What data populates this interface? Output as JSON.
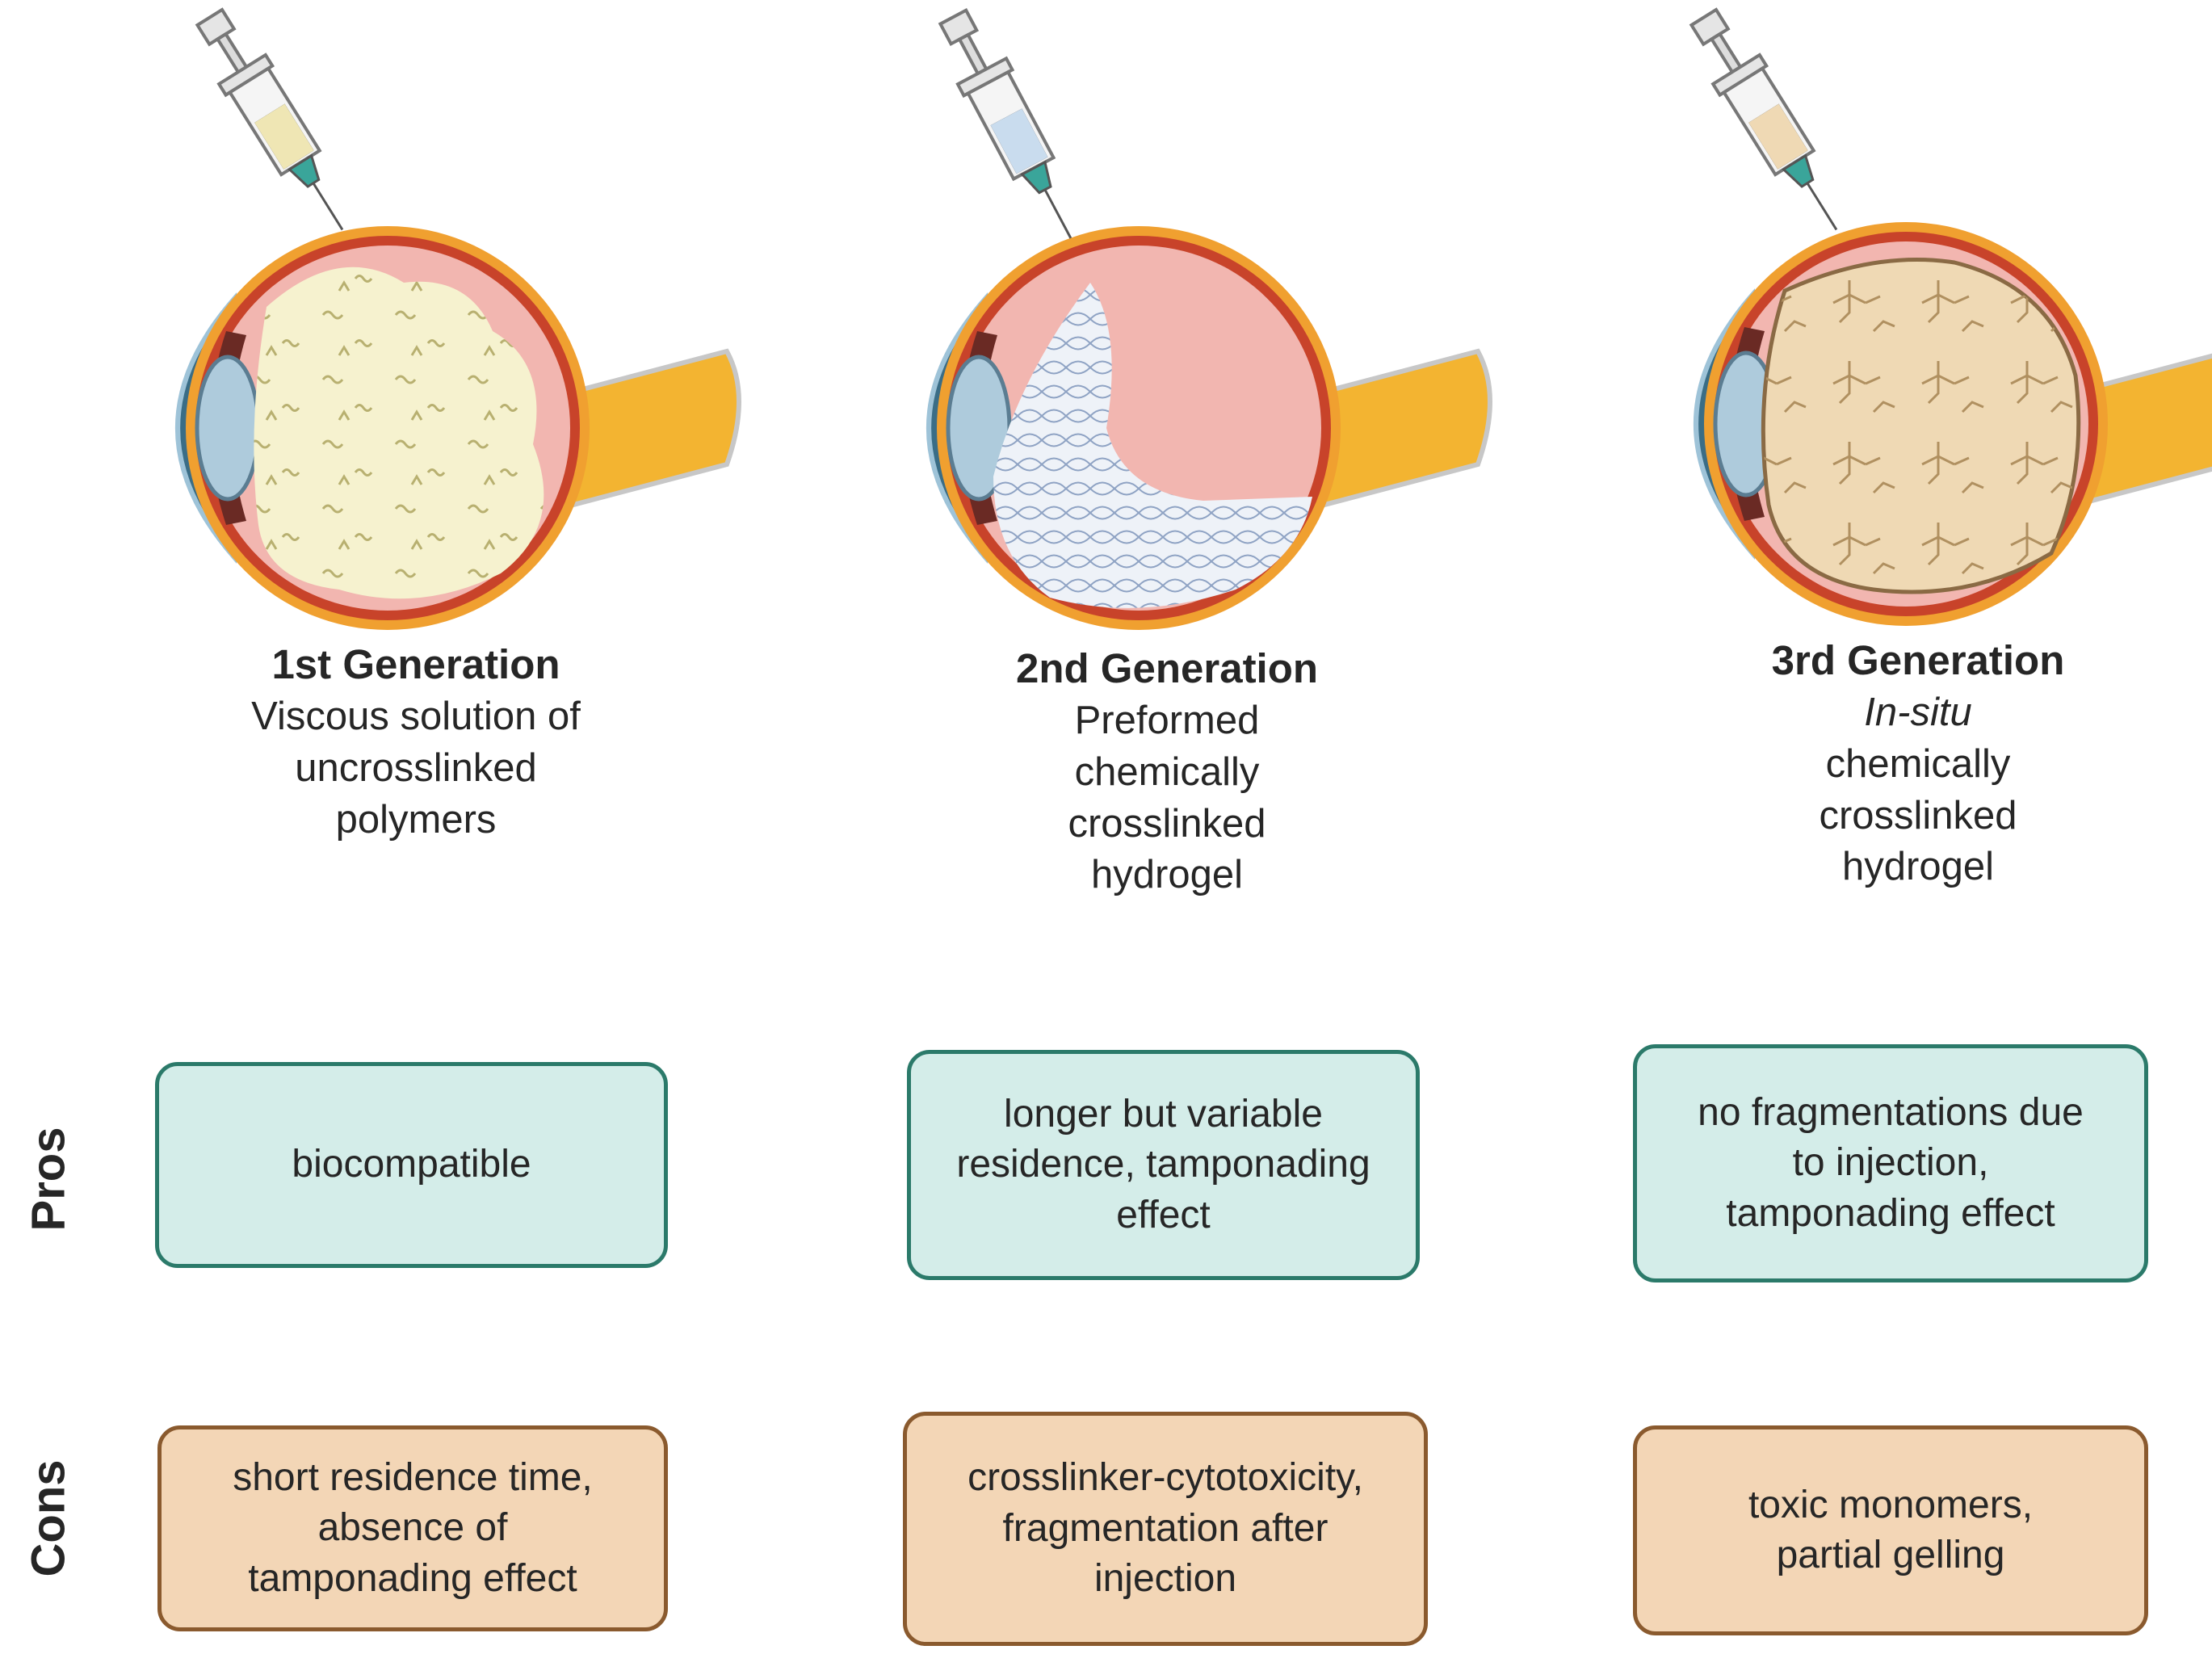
{
  "generations": [
    {
      "title": "1st Generation",
      "lines": [
        {
          "text": "Viscous solution of"
        },
        {
          "text": "uncrosslinked"
        },
        {
          "text": "polymers"
        }
      ]
    },
    {
      "title": "2nd Generation",
      "lines": [
        {
          "text": "Preformed"
        },
        {
          "text": "chemically"
        },
        {
          "text": "crosslinked"
        },
        {
          "text": "hydrogel"
        }
      ]
    },
    {
      "title": "3rd Generation",
      "lines": [
        {
          "text": "In-situ",
          "italic": true
        },
        {
          "text": "chemically"
        },
        {
          "text": "crosslinked"
        },
        {
          "text": "hydrogel"
        }
      ]
    }
  ],
  "row_labels": {
    "pros": "Pros",
    "cons": "Cons"
  },
  "pros": [
    [
      "biocompatible"
    ],
    [
      "longer but variable",
      "residence, tamponading",
      "effect"
    ],
    [
      "no fragmentations due",
      "to injection,",
      "tamponading effect"
    ]
  ],
  "cons": [
    [
      "short residence time,",
      "absence of",
      "tamponading effect"
    ],
    [
      "crosslinker-cytotoxicity,",
      "fragmentation after",
      "injection"
    ],
    [
      "toxic monomers,",
      "partial gelling"
    ]
  ],
  "colors": {
    "pros_fill": "#d4ede9",
    "pros_border": "#2b7a6a",
    "cons_fill": "#f3d6b6",
    "cons_border": "#8a5a2e",
    "retina": "#f2b6b0",
    "sclera": "#f0a030",
    "optic_nerve": "#f3b431"
  }
}
